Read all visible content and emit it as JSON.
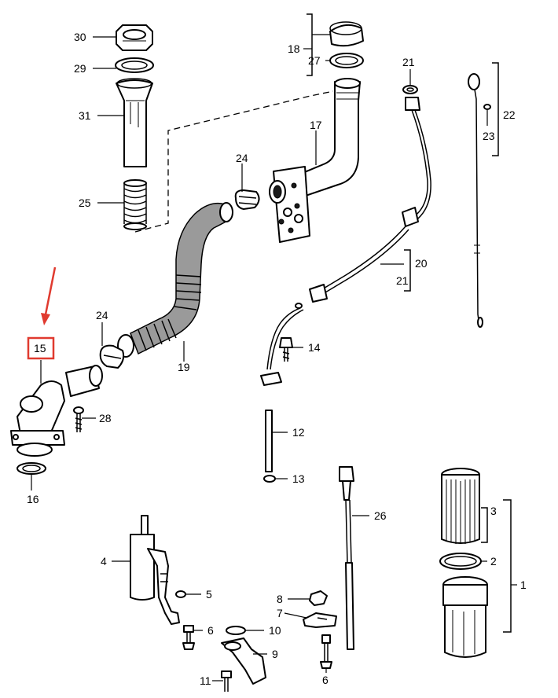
{
  "labels": {
    "p30": "30",
    "p29": "29",
    "p31": "31",
    "p25": "25",
    "p18": "18",
    "p27": "27",
    "p17": "17",
    "p24a": "24",
    "p24b": "24",
    "p21a": "21",
    "p21b": "21",
    "p20": "20",
    "p22": "22",
    "p23": "23",
    "p19": "19",
    "p15": "15",
    "p28": "28",
    "p16": "16",
    "p14": "14",
    "p12": "12",
    "p13": "13",
    "p26": "26",
    "p3": "3",
    "p2": "2",
    "p1": "1",
    "p4": "4",
    "p5": "5",
    "p6a": "6",
    "p6b": "6",
    "p8": "8",
    "p7": "7",
    "p10": "10",
    "p9": "9",
    "p11": "11"
  },
  "highlight": {
    "part": "15",
    "color": "#e03a2f"
  }
}
